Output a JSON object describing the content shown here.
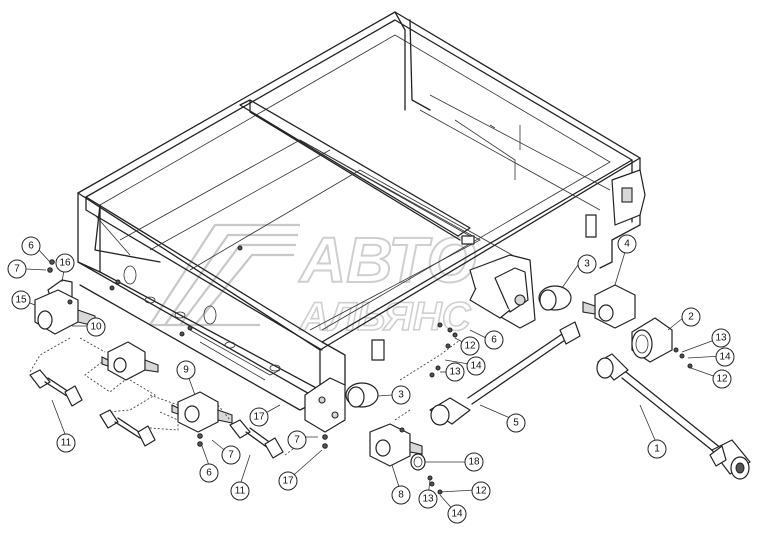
{
  "watermark": {
    "line1": "АВТО",
    "line2": "АЛЬЯНС"
  },
  "callouts": [
    {
      "id": "c1",
      "label": "1"
    },
    {
      "id": "c2",
      "label": "2"
    },
    {
      "id": "c3a",
      "label": "3"
    },
    {
      "id": "c3b",
      "label": "3"
    },
    {
      "id": "c4",
      "label": "4"
    },
    {
      "id": "c5",
      "label": "5"
    },
    {
      "id": "c6a",
      "label": "6"
    },
    {
      "id": "c6b",
      "label": "6"
    },
    {
      "id": "c6c",
      "label": "6"
    },
    {
      "id": "c7a",
      "label": "7"
    },
    {
      "id": "c7b",
      "label": "7"
    },
    {
      "id": "c7c",
      "label": "7"
    },
    {
      "id": "c8",
      "label": "8"
    },
    {
      "id": "c9",
      "label": "9"
    },
    {
      "id": "c10",
      "label": "10"
    },
    {
      "id": "c11a",
      "label": "11"
    },
    {
      "id": "c11b",
      "label": "11"
    },
    {
      "id": "c12a",
      "label": "12"
    },
    {
      "id": "c12b",
      "label": "12"
    },
    {
      "id": "c12c",
      "label": "12"
    },
    {
      "id": "c13a",
      "label": "13"
    },
    {
      "id": "c13b",
      "label": "13"
    },
    {
      "id": "c13c",
      "label": "13"
    },
    {
      "id": "c14a",
      "label": "14"
    },
    {
      "id": "c14b",
      "label": "14"
    },
    {
      "id": "c14c",
      "label": "14"
    },
    {
      "id": "c15",
      "label": "15"
    },
    {
      "id": "c16",
      "label": "16"
    },
    {
      "id": "c17a",
      "label": "17"
    },
    {
      "id": "c17b",
      "label": "17"
    },
    {
      "id": "c18",
      "label": "18"
    }
  ]
}
